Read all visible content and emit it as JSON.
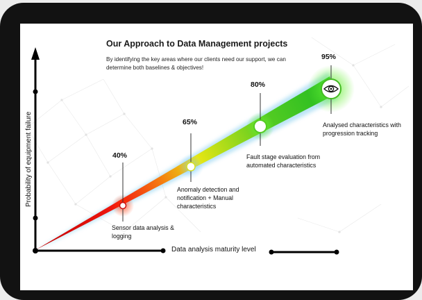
{
  "title": "Our Approach to Data Management projects",
  "subtitle": "By identifying the key areas where our clients need our support, we can determine both baselines & objectives!",
  "y_axis_label": "Probability of equipment failure",
  "x_axis_label": "Data analysis maturity level",
  "stages": [
    {
      "percent": "40%",
      "label": "Sensor data analysis & logging"
    },
    {
      "percent": "65%",
      "label": "Anomaly detection and notification + Manual characteristics"
    },
    {
      "percent": "80%",
      "label": "Fault stage evaluation from automated characteristics"
    },
    {
      "percent": "95%",
      "label": "Analysed characteristics with progression tracking"
    }
  ],
  "icons": {
    "final_stage": "eye-icon"
  },
  "colors": {
    "device_frame": "#121212",
    "gradient_start": "#c00000",
    "gradient_mid_red": "#f21a10",
    "gradient_orange": "#f57a10",
    "gradient_yellow": "#e6e614",
    "gradient_green": "#55cc22",
    "gradient_end": "#22bb22",
    "glow": "#8fd2f0"
  }
}
